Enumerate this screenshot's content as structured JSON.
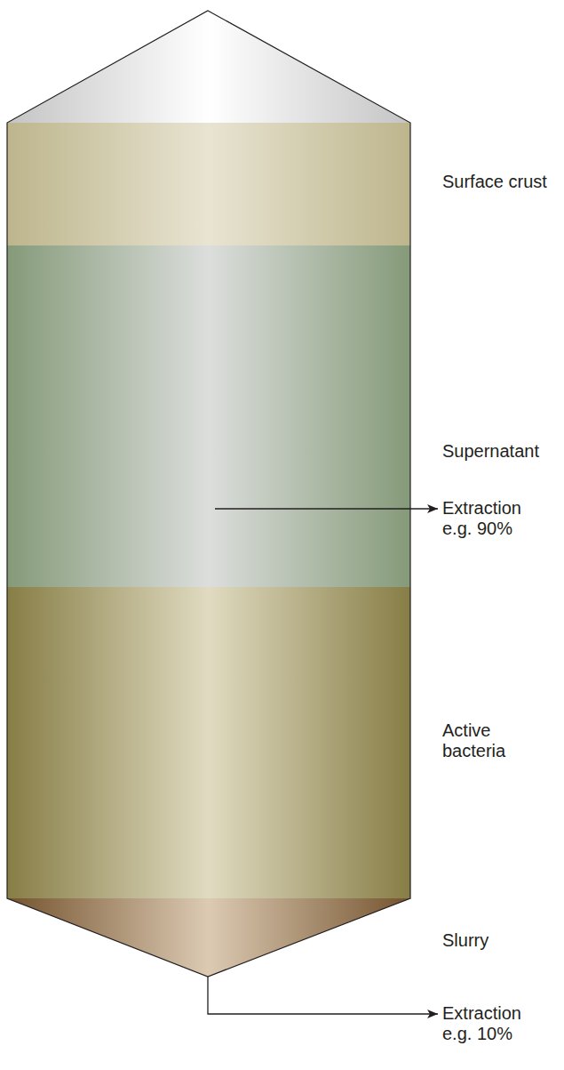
{
  "diagram": {
    "labels": [
      "Surface crust",
      "Supernatant",
      "Extraction e.g. 90%",
      "Active bacteria",
      "Slurry",
      "Extraction e.g. 10%"
    ]
  }
}
